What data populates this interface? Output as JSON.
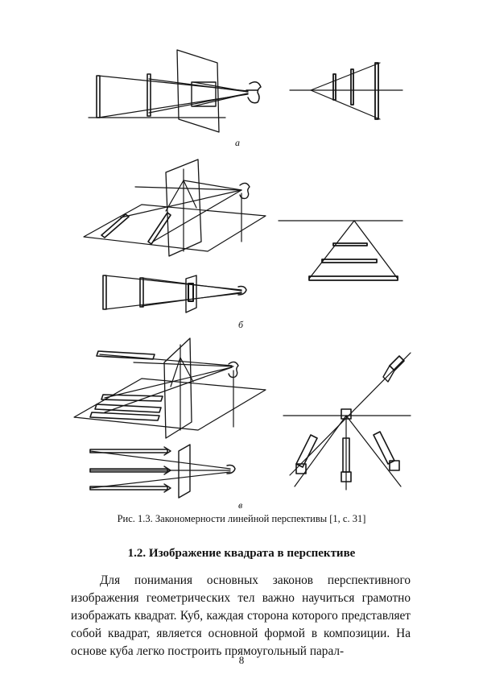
{
  "figure": {
    "panel_labels": [
      "а",
      "б",
      "в"
    ],
    "caption": "Рис. 1.3. Закономерности линейной перспективы [1, с. 31]"
  },
  "section": {
    "heading": "1.2. Изображение квадрата в перспективе",
    "paragraph": "Для понимания основных законов перспективного изображения геометрических тел важно научиться грамотно изображать квадрат. Куб, каждая сторона которого представляет собой квадрат, является основной формой в композиции. На основе куба легко построить прямоугольный парал-"
  },
  "page_number": "8"
}
